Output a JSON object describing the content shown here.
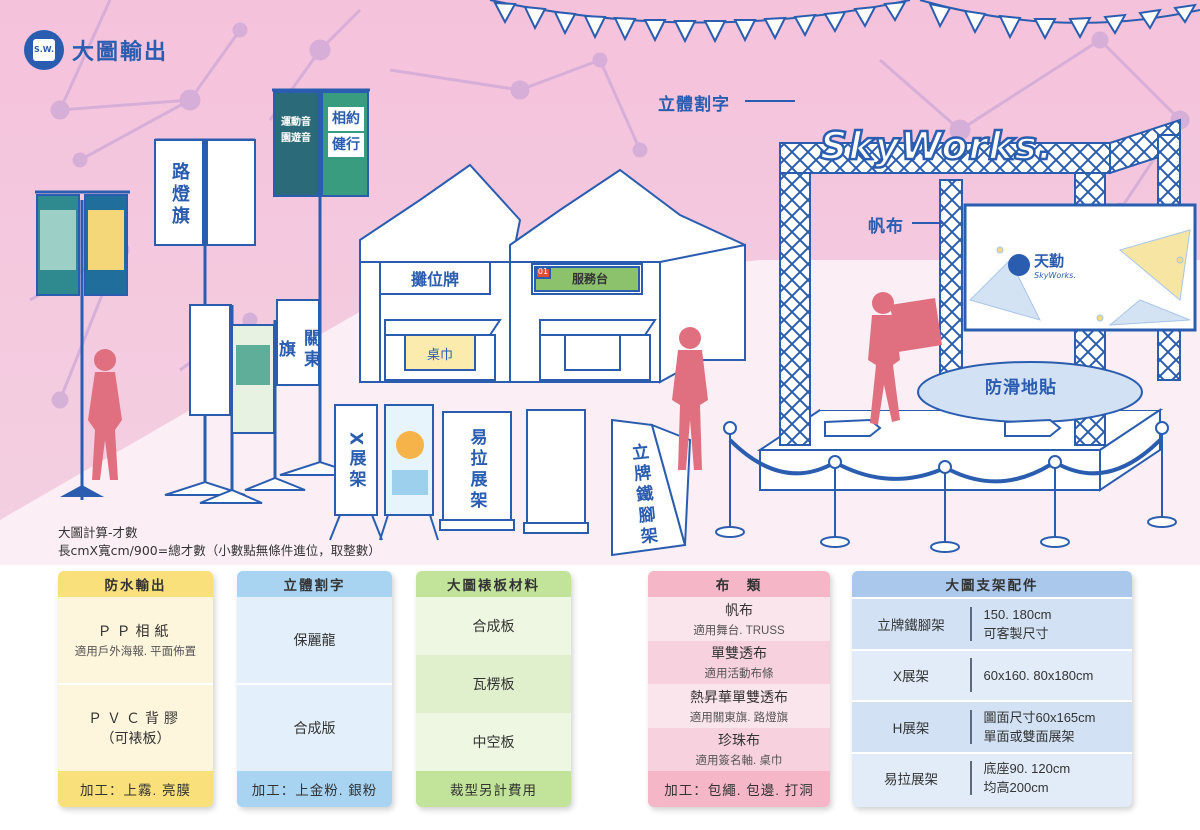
{
  "brand": {
    "icon_text": "S.W.",
    "title": "大圖輸出"
  },
  "scene": {
    "stage_logo": "SkyWorks.",
    "callouts": {
      "lettering": "立體割字",
      "canvas": "帆布",
      "antislip": "防滑地貼"
    },
    "props": {
      "street_flag": "路燈旗",
      "banner_flag": "關東旗",
      "booth_sign": "攤位牌",
      "service_desk": "服務台",
      "service_num": "01",
      "table_cloth": "桌巾",
      "x_stand": "X展架",
      "easy_stand": "易拉展架",
      "a_frame": "立牌鐵腳架"
    },
    "poster_texts": {
      "flag_a1": "運動音",
      "flag_a2": "園遊音",
      "flag_b1": "相約",
      "flag_b2": "健行",
      "screen_brand": "天勤",
      "screen_sub": "SkyWorks."
    }
  },
  "formula": {
    "title": "大圖計算-才數",
    "line": "長cmX寬cm/900=總才數（小數點無條件進位，取整數）"
  },
  "tables": {
    "waterproof": {
      "title": "防水輸出",
      "rows": [
        {
          "main": "ＰＰ相紙",
          "sub": "適用戶外海報. 平面佈置"
        },
        {
          "main": "ＰＶＣ背膠",
          "sub": "（可裱板）"
        }
      ],
      "footer": "加工：上霧. 亮膜"
    },
    "lettering": {
      "title": "立體割字",
      "rows": [
        {
          "main": "保麗龍"
        },
        {
          "main": "合成版"
        }
      ],
      "footer": "加工：上金粉. 銀粉"
    },
    "mount": {
      "title": "大圖裱板材料",
      "rows": [
        {
          "main": "合成板"
        },
        {
          "main": "瓦楞板"
        },
        {
          "main": "中空板"
        }
      ],
      "footer": "裁型另計費用"
    },
    "fabric": {
      "title": "布　類",
      "rows": [
        {
          "main": "帆布",
          "sub": "適用舞台. TRUSS"
        },
        {
          "main": "單雙透布",
          "sub": "適用活動布條"
        },
        {
          "main": "熱昇華單雙透布",
          "sub": "適用關東旗. 路燈旗"
        },
        {
          "main": "珍珠布",
          "sub": "適用簽名軸. 桌巾"
        }
      ],
      "footer": "加工：包繩. 包邊. 打洞"
    },
    "stands": {
      "title": "大圖支架配件",
      "rows": [
        {
          "name": "立牌鐵腳架",
          "value1": "150. 180cm",
          "value2": "可客製尺寸"
        },
        {
          "name": "X展架",
          "value1": "60x160. 80x180cm",
          "value2": ""
        },
        {
          "name": "H展架",
          "value1": "圖面尺寸60x165cm",
          "value2": "單面或雙面展架"
        },
        {
          "name": "易拉展架",
          "value1": "底座90. 120cm",
          "value2": "均高200cm"
        }
      ]
    }
  },
  "colors": {
    "bg_pink": "#f6c9df",
    "line_blue": "#2a5db0",
    "figure_red": "#e0707f",
    "waterproof": "#f9e07a",
    "lettering": "#a8d4f2",
    "mount": "#c2e39a",
    "fabric": "#f5b6c8",
    "stands": "#a9c8ec"
  }
}
